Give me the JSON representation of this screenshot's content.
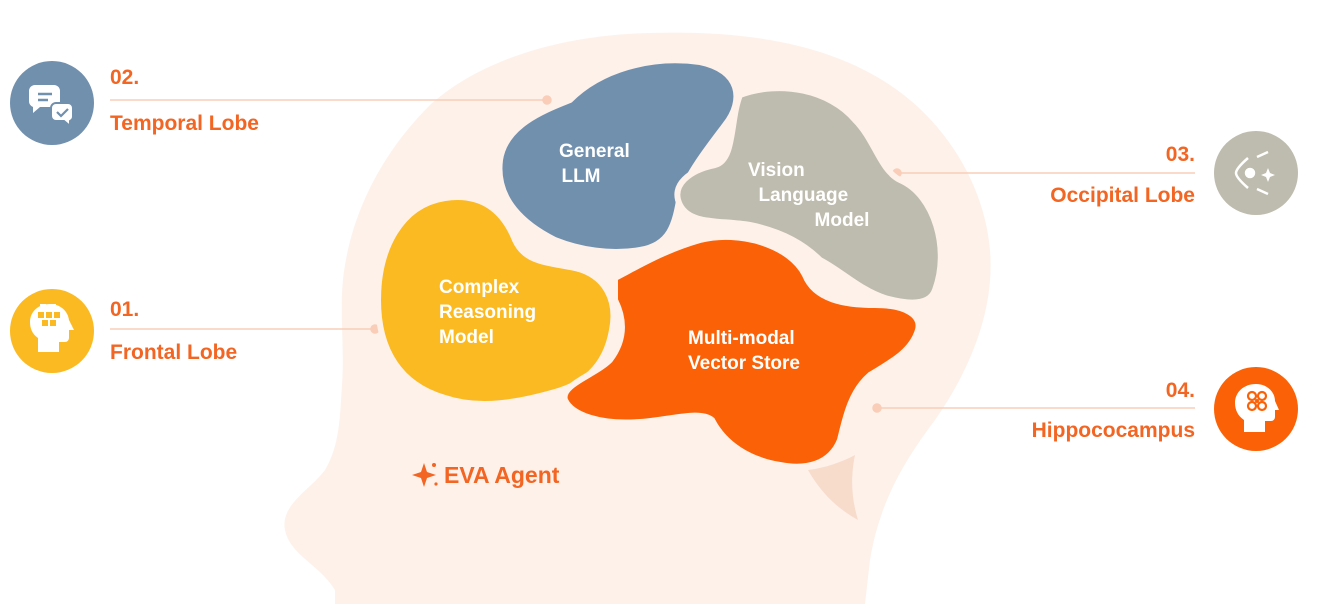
{
  "colors": {
    "accent": "#F26522",
    "head_fill": "#FEF1EA",
    "temporal": "#7190AE",
    "occipital": "#BEBCAE",
    "frontal": "#FBBA21",
    "hippocampus": "#FB6207",
    "connector": "#F9CDB7"
  },
  "agent": {
    "label": "EVA Agent",
    "icon": "sparkle-icon"
  },
  "lobes": [
    {
      "id": "temporal",
      "number": "02.",
      "name": "Temporal Lobe",
      "icon": "chat-bubbles-icon",
      "component": [
        "General",
        "LLM"
      ]
    },
    {
      "id": "occipital",
      "number": "03.",
      "name": "Occipital Lobe",
      "icon": "eye-vision-icon",
      "component": [
        "Vision",
        "Language",
        "Model"
      ]
    },
    {
      "id": "frontal",
      "number": "01.",
      "name": "Frontal Lobe",
      "icon": "head-thinking-icon",
      "component": [
        "Complex",
        "Reasoning",
        "Model"
      ]
    },
    {
      "id": "hippocampus",
      "number": "04.",
      "name": "Hippococampus",
      "icon": "head-memory-icon",
      "component": [
        "Multi-modal",
        "Vector Store"
      ]
    }
  ]
}
